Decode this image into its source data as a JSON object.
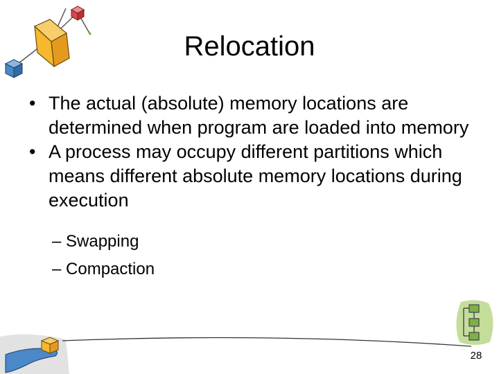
{
  "slide": {
    "title": "Relocation",
    "bullets": [
      {
        "marker": "•",
        "text": "The actual (absolute) memory locations are determined when program are loaded into memory"
      },
      {
        "marker": "•",
        "text": "A process may occupy different partitions which means different absolute memory locations during execution"
      }
    ],
    "sub_bullets": [
      {
        "text": "– Swapping"
      },
      {
        "text": "– Compaction"
      }
    ],
    "page_number": "28"
  },
  "decorations": {
    "top_left": "molecule-cubes-clipart",
    "bottom_right": "flowchart-clipart",
    "bottom_left": "hand-holding-cube-clipart",
    "colors": {
      "cube_yellow": "#f5b82e",
      "cube_red": "#d8474a",
      "cube_blue": "#4a88c8",
      "stick_green": "#7db146",
      "blob_green": "#c4dd9b",
      "blob_gray": "#d5d5d5"
    }
  }
}
